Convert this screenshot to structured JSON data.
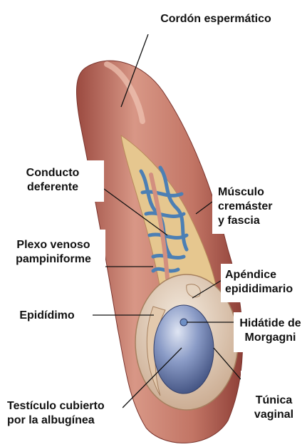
{
  "labels": {
    "cordon": "Cordón espermático",
    "conducto": "Conducto\ndeferente",
    "musculo": "Músculo\ncremáster\ny fascia",
    "plexo": "Plexo venoso\npampiniforme",
    "apendice": "Apéndice\nepididimario",
    "epididimo": "Epidídimo",
    "hidatide": "Hidátide de\nMorgagni",
    "testiculo": "Testículo cubierto\npor la albugínea",
    "tunica": "Túnica\nvaginal"
  },
  "colors": {
    "tissue": "#c97b6c",
    "tissue_dark": "#8e3f37",
    "tissue_light": "#e8b7a4",
    "fat": "#e6c78f",
    "vein": "#4c7fb4",
    "testis": "#7c8fbd",
    "testis_light": "#c9d3ea",
    "sac": "#eadccb"
  }
}
